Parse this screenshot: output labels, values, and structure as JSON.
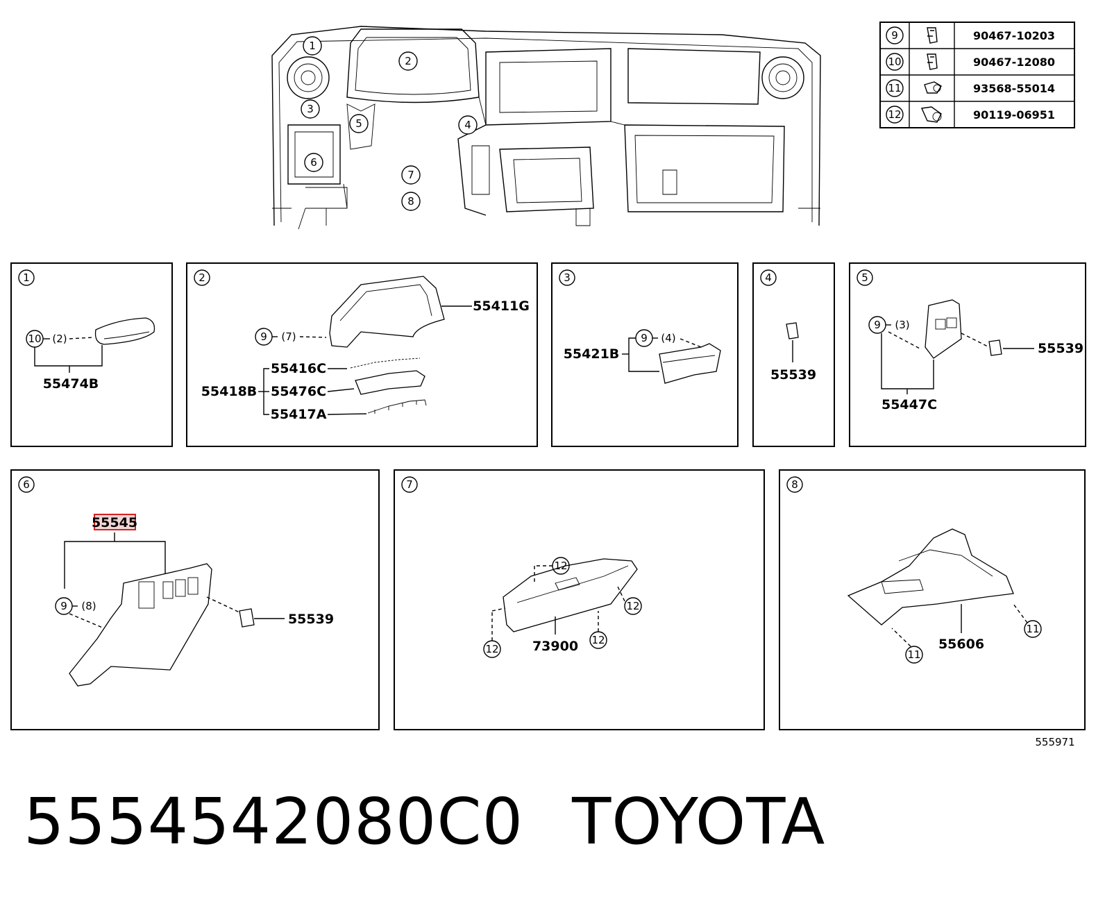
{
  "fastener_table": [
    {
      "ref": "9",
      "part_number": "90467-10203",
      "icon": "clip-icon"
    },
    {
      "ref": "10",
      "part_number": "90467-12080",
      "icon": "clip-icon"
    },
    {
      "ref": "11",
      "part_number": "93568-55014",
      "icon": "screw-icon"
    },
    {
      "ref": "12",
      "part_number": "90119-06951",
      "icon": "bolt-icon"
    }
  ],
  "overview_callouts": [
    "1",
    "2",
    "3",
    "4",
    "5",
    "6",
    "7",
    "8"
  ],
  "panels": {
    "p1": {
      "num": "1",
      "ref_num": "10",
      "ref_note": "(2)",
      "part": "55474B"
    },
    "p2": {
      "num": "2",
      "ref_num": "9",
      "ref_note": "(7)",
      "part_main": "55411G",
      "group": "55418B",
      "parts": [
        "55416C",
        "55476C",
        "55417A"
      ]
    },
    "p3": {
      "num": "3",
      "ref_num": "9",
      "ref_note": "(4)",
      "part": "55421B"
    },
    "p4": {
      "num": "4",
      "part": "55539"
    },
    "p5": {
      "num": "5",
      "ref_num": "9",
      "ref_note": "(3)",
      "part_a": "55539",
      "part_b": "55447C"
    },
    "p6": {
      "num": "6",
      "ref_num": "9",
      "ref_note": "(8)",
      "part_highlight": "55545",
      "part_b": "55539"
    },
    "p7": {
      "num": "7",
      "ref_num": "12",
      "part": "73900"
    },
    "p8": {
      "num": "8",
      "ref_num": "11",
      "part": "55606"
    }
  },
  "diagram_id": "555971",
  "caption": {
    "part_number": "5554542080C0",
    "brand": "TOYOTA"
  },
  "colors": {
    "highlight_border": "#d42020",
    "highlight_fill": "#f4d6d6"
  }
}
